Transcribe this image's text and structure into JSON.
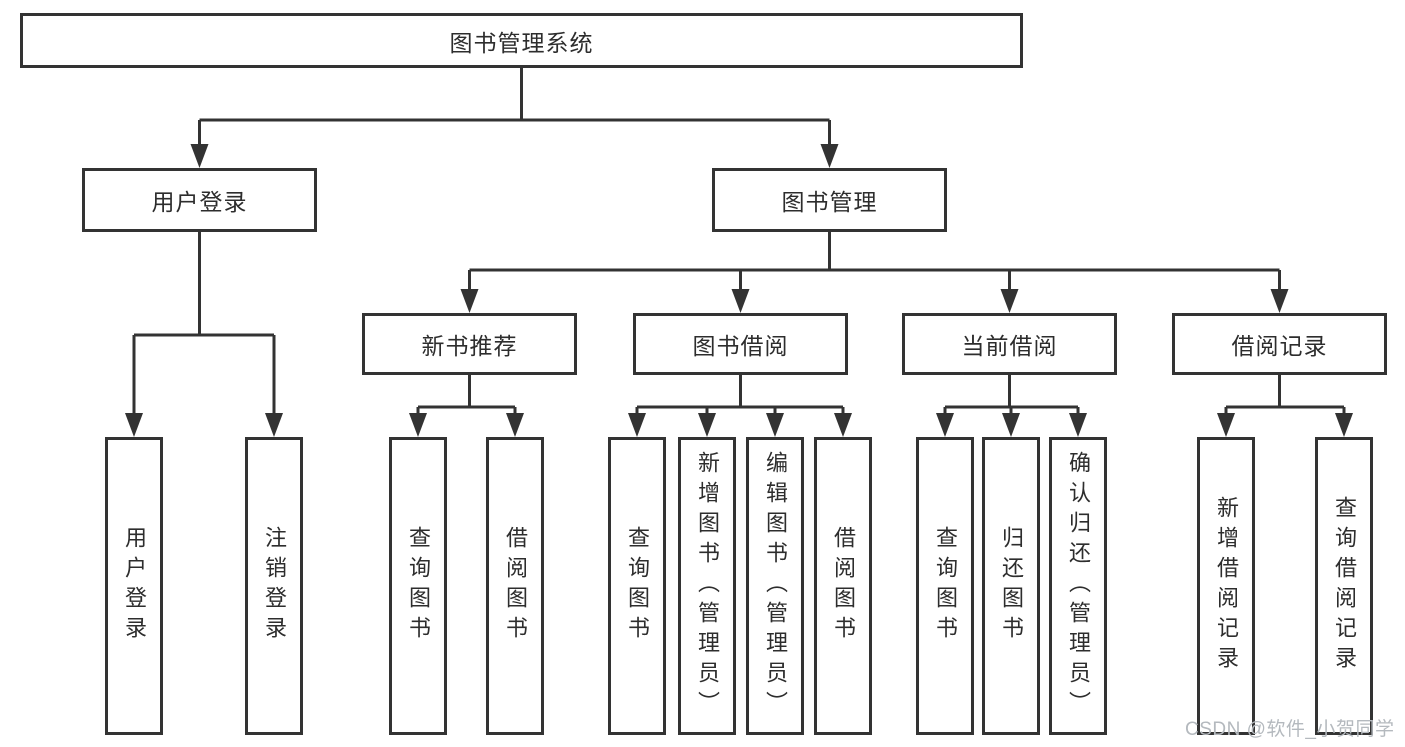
{
  "diagram": {
    "tree": {
      "label": "图书管理系统",
      "children": [
        {
          "label": "用户登录",
          "children": [
            {
              "label": "用户登录"
            },
            {
              "label": "注销登录"
            }
          ]
        },
        {
          "label": "图书管理",
          "children": [
            {
              "label": "新书推荐",
              "children": [
                {
                  "label": "查询图书"
                },
                {
                  "label": "借阅图书"
                }
              ]
            },
            {
              "label": "图书借阅",
              "children": [
                {
                  "label": "查询图书"
                },
                {
                  "label": "新增图书（管理员）"
                },
                {
                  "label": "编辑图书（管理员）"
                },
                {
                  "label": "借阅图书"
                }
              ]
            },
            {
              "label": "当前借阅",
              "children": [
                {
                  "label": "查询图书"
                },
                {
                  "label": "归还图书"
                },
                {
                  "label": "确认归还（管理员）"
                }
              ]
            },
            {
              "label": "借阅记录",
              "children": [
                {
                  "label": "新增借阅记录"
                },
                {
                  "label": "查询借阅记录"
                }
              ]
            }
          ]
        }
      ]
    },
    "colors": {
      "line": "#333333",
      "text": "#2d2d2d",
      "watermark_text": "#b4b9be",
      "background": "#ffffff"
    }
  },
  "watermark": "CSDN @软件_小贺同学"
}
